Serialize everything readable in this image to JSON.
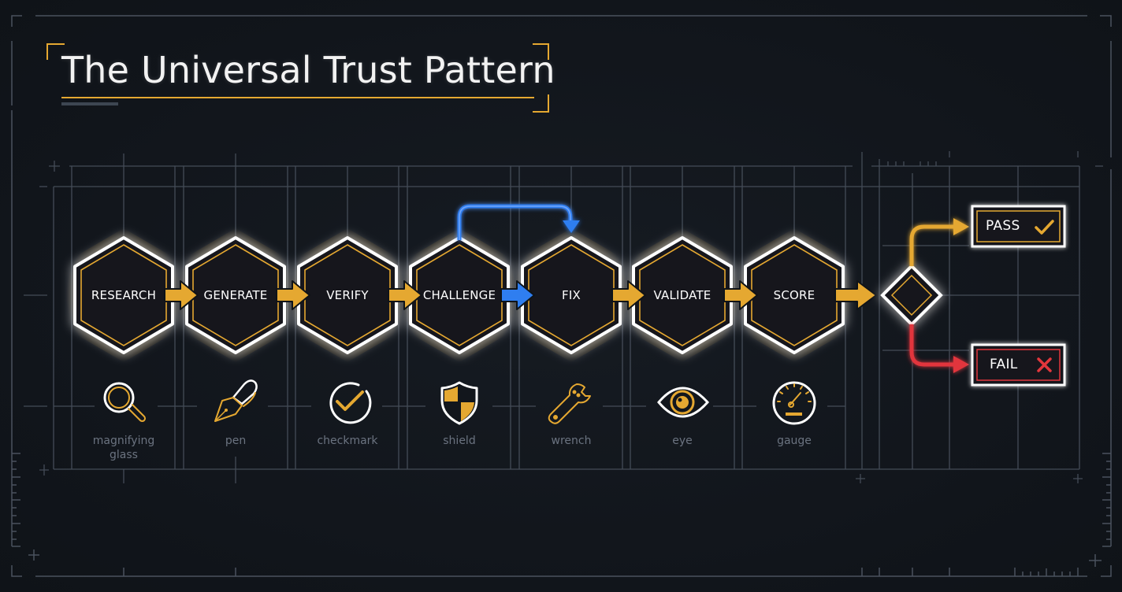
{
  "title": "The Universal Trust Pattern",
  "colors": {
    "background": "#12161c",
    "grid": "#4a525e",
    "accent_gold": "#e5a831",
    "accent_blue": "#2f7ef0",
    "accent_red": "#e2363c",
    "outline_white": "#ffffff",
    "caption_gray": "#6b7380"
  },
  "steps": [
    {
      "label": "RESEARCH",
      "icon": "magnifying-glass-icon",
      "caption": "magnifying glass"
    },
    {
      "label": "GENERATE",
      "icon": "pen-icon",
      "caption": "pen"
    },
    {
      "label": "VERIFY",
      "icon": "checkmark-icon",
      "caption": "checkmark"
    },
    {
      "label": "CHALLENGE",
      "icon": "shield-icon",
      "caption": "shield"
    },
    {
      "label": "FIX",
      "icon": "wrench-icon",
      "caption": "wrench"
    },
    {
      "label": "VALIDATE",
      "icon": "eye-icon",
      "caption": "eye"
    },
    {
      "label": "SCORE",
      "icon": "gauge-icon",
      "caption": "gauge"
    }
  ],
  "decision": {
    "shape": "diamond",
    "outcomes": [
      {
        "label": "PASS",
        "symbol": "✓",
        "color": "#e5a831"
      },
      {
        "label": "FAIL",
        "symbol": "✕",
        "color": "#e2363c"
      }
    ]
  },
  "connections": [
    {
      "from": "RESEARCH",
      "to": "GENERATE",
      "color": "gold"
    },
    {
      "from": "GENERATE",
      "to": "VERIFY",
      "color": "gold"
    },
    {
      "from": "VERIFY",
      "to": "CHALLENGE",
      "color": "gold"
    },
    {
      "from": "CHALLENGE",
      "to": "FIX",
      "color": "blue"
    },
    {
      "from": "CHALLENGE",
      "to": "FIX",
      "color": "blue",
      "style": "loop-over"
    },
    {
      "from": "FIX",
      "to": "VALIDATE",
      "color": "gold"
    },
    {
      "from": "VALIDATE",
      "to": "SCORE",
      "color": "gold"
    },
    {
      "from": "SCORE",
      "to": "decision",
      "color": "gold"
    },
    {
      "from": "decision",
      "to": "PASS",
      "color": "gold"
    },
    {
      "from": "decision",
      "to": "FAIL",
      "color": "red"
    }
  ]
}
